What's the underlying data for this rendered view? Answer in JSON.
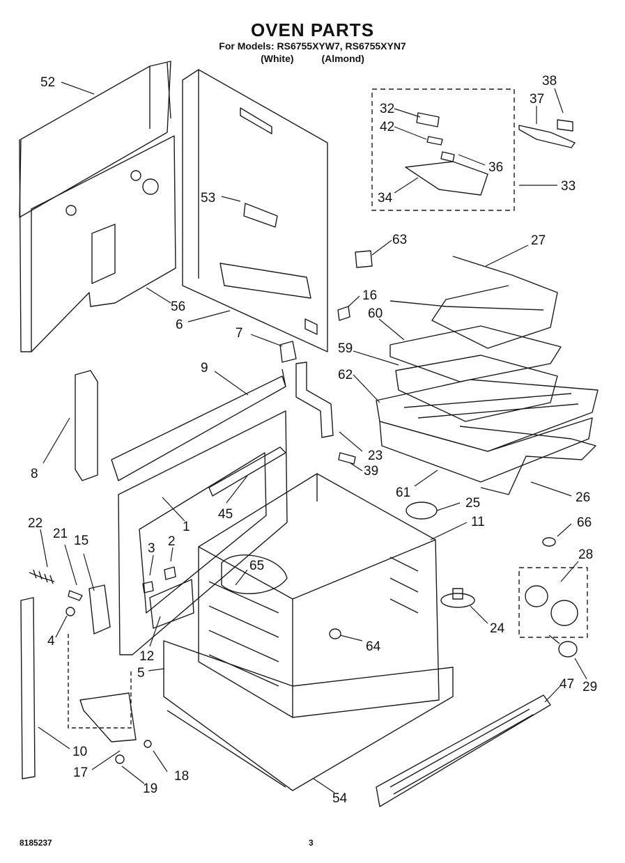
{
  "header": {
    "title": "OVEN PARTS",
    "subtitle": "For Models: RS6755XYW7, RS6755XYN7",
    "variant_white": "(White)",
    "variant_almond": "(Almond)"
  },
  "callouts": [
    "52",
    "56",
    "6",
    "53",
    "7",
    "9",
    "8",
    "1",
    "45",
    "22",
    "21",
    "15",
    "4",
    "3",
    "2",
    "12",
    "5",
    "10",
    "17",
    "18",
    "19",
    "54",
    "32",
    "42",
    "36",
    "34",
    "33",
    "37",
    "38",
    "63",
    "27",
    "16",
    "60",
    "59",
    "62",
    "23",
    "39",
    "61",
    "26",
    "25",
    "11",
    "65",
    "64",
    "24",
    "66",
    "28",
    "29",
    "47"
  ],
  "footer": {
    "document_number": "8185237",
    "page_number": "3"
  },
  "colors": {
    "line": "#1a1a1a",
    "background": "#ffffff"
  }
}
